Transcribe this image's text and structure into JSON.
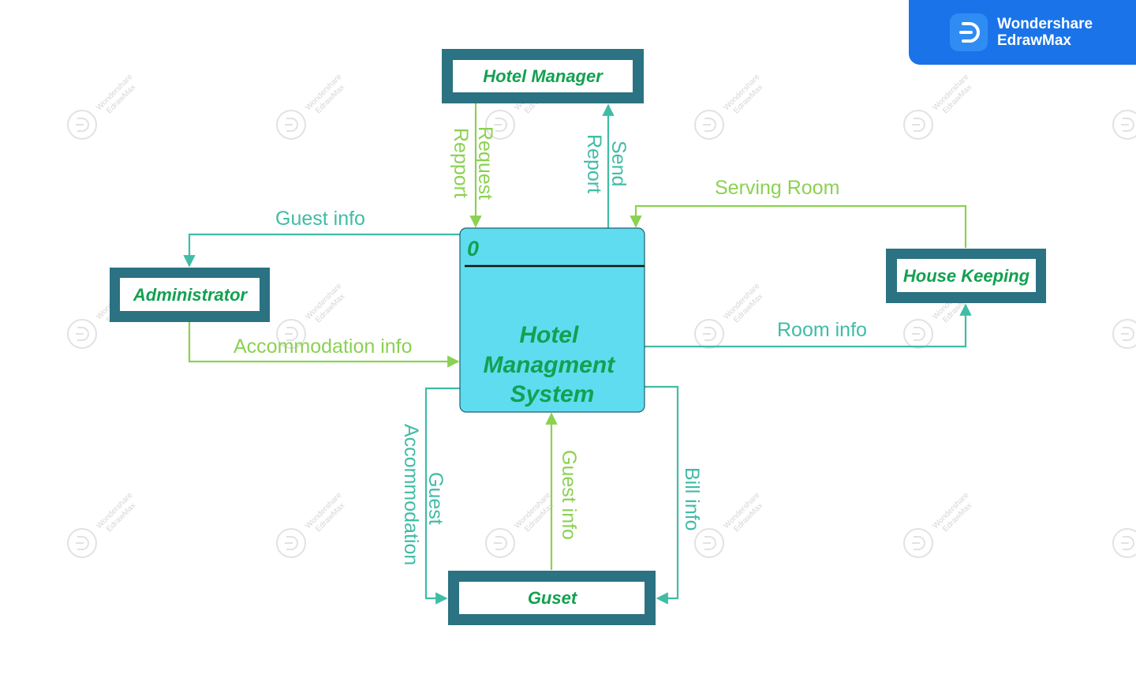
{
  "brand": {
    "line1": "Wondershare",
    "line2": "EdrawMax"
  },
  "watermark": {
    "line1": "Wondershare",
    "line2": "EdrawMax"
  },
  "colors": {
    "teal": "#40bca6",
    "green": "#8bd152",
    "entity_text": "#12a150",
    "process_fill": "#5fdcf0",
    "entity_border": "#2b7282"
  },
  "process": {
    "number": "0",
    "name_lines": [
      "Hotel",
      "Managment",
      "System"
    ]
  },
  "entities": {
    "hotel_manager": "Hotel Manager",
    "administrator": "Administrator",
    "house_keeping": "House Keeping",
    "guest": "Guset"
  },
  "flows": {
    "request_report": [
      "Request",
      "Repport"
    ],
    "send_report": [
      "Send",
      "Report"
    ],
    "guest_info_admin": "Guest info",
    "accommodation_info": "Accommodation info",
    "serving_room": "Serving Room",
    "room_info": "Room info",
    "guest_accommodation": [
      "Guest",
      "Accommodation"
    ],
    "guest_info_guest": "Guest info",
    "bill_info": "Bill info"
  }
}
